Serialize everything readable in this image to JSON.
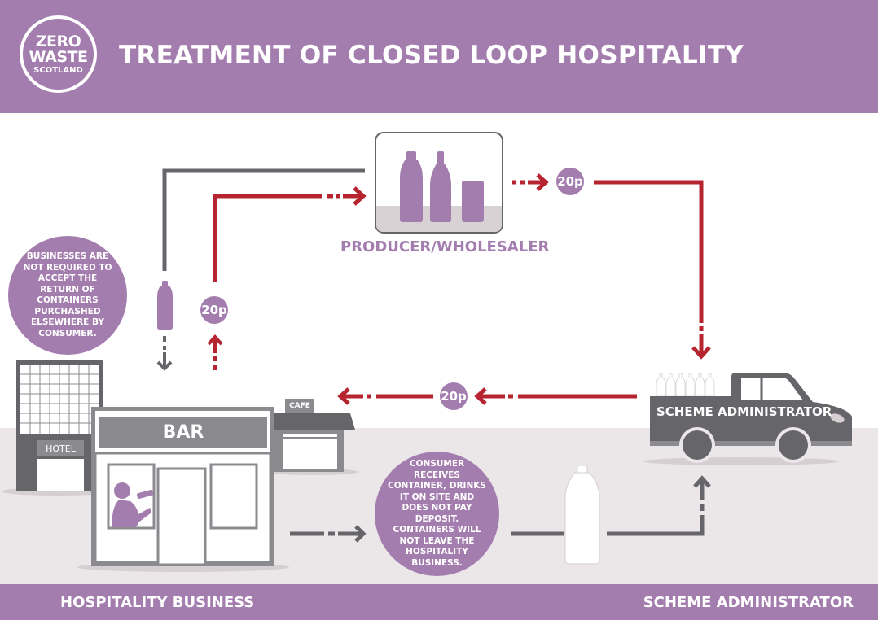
{
  "header": {
    "title": "TREATMENT OF CLOSED LOOP HOSPITALITY",
    "logo": {
      "line1": "ZERO",
      "line2": "WASTE",
      "line3": "SCOTLAND"
    }
  },
  "producer": {
    "label": "PRODUCER/WHOLESALER"
  },
  "notes": {
    "businesses": "BUSINESSES ARE NOT REQUIRED TO ACCEPT THE RETURN OF CONTAINERS PURCHASHED ELSEWHERE BY CONSUMER.",
    "consumer": "CONSUMER RECEIVES CONTAINER, DRINKS IT ON SITE AND DOES NOT PAY DEPOSIT. CONTAINERS WILL NOT LEAVE THE HOSPITALITY BUSINESS."
  },
  "deposits": {
    "top": "20p",
    "left": "20p",
    "middle": "20p"
  },
  "buildings": {
    "bar": "BAR",
    "hotel": "HOTEL",
    "cafe": "CAFE"
  },
  "truck": {
    "label": "SCHEME ADMINISTRATOR"
  },
  "footer": {
    "left": "HOSPITALITY BUSINESS",
    "right": "SCHEME ADMINISTRATOR"
  },
  "colors": {
    "purple": "#a47daf",
    "red": "#b5242f",
    "grey": "#66656a",
    "ground": "#ebe6e8"
  }
}
